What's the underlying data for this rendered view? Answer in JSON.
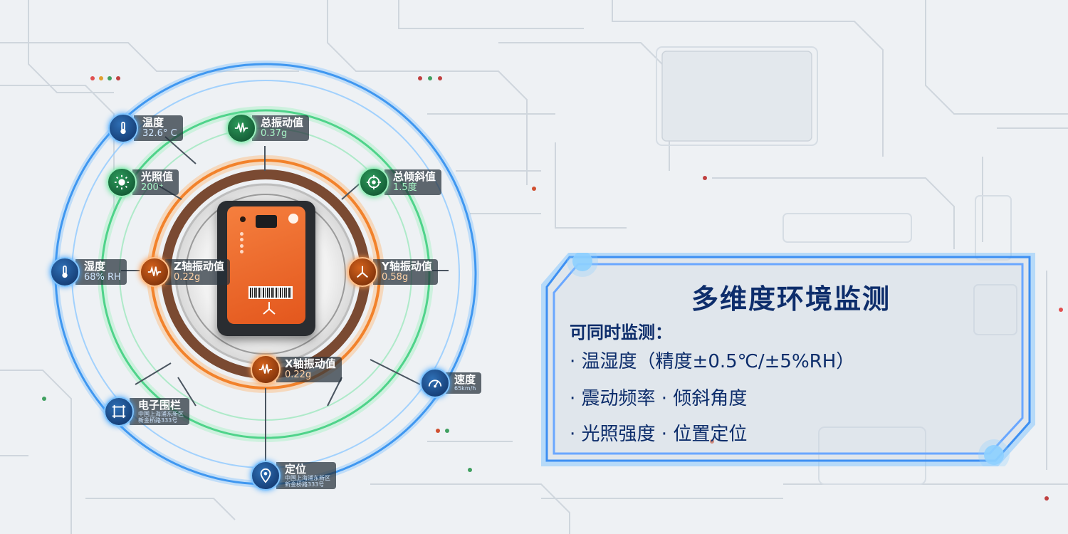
{
  "panel": {
    "title": "多维度环境监测",
    "subtitle": "可同时监测：",
    "lines": [
      "·  温湿度（精度±0.5℃/±5%RH）",
      " · 震动频率  · 倾斜角度",
      "·  光照强度  · 位置定位"
    ]
  },
  "sensors": {
    "temperature": {
      "label": "温度",
      "value": "32.6° C",
      "icon": "thermometer-icon"
    },
    "total_vibration": {
      "label": "总振动值",
      "value": "0.37g",
      "icon": "waveform-icon"
    },
    "light": {
      "label": "光照值",
      "value": "200⁺",
      "icon": "sun-icon"
    },
    "total_tilt": {
      "label": "总倾斜值",
      "value": "1.5度",
      "icon": "target-icon"
    },
    "humidity": {
      "label": "湿度",
      "value": "68% RH",
      "icon": "thermometer-icon"
    },
    "z_vibration": {
      "label": "Z轴振动值",
      "value": "0.22g",
      "icon": "waveform-icon"
    },
    "y_vibration": {
      "label": "Y轴振动值",
      "value": "0.58g",
      "icon": "axis-icon"
    },
    "x_vibration": {
      "label": "X轴振动值",
      "value": "0.22g",
      "icon": "waveform-icon"
    },
    "speed": {
      "label": "速度",
      "value": "65km/h",
      "icon": "speedometer-icon"
    },
    "geofence": {
      "label": "电子围栏",
      "value_line1": "中国上海浦东新区",
      "value_line2": "新金桥路333号",
      "icon": "frame-icon"
    },
    "location": {
      "label": "定位",
      "value_line1": "中国上海浦东新区",
      "value_line2": "新金桥路333号",
      "icon": "location-pin-icon"
    }
  },
  "colors": {
    "blue_ring": "#4aa8ff",
    "green_ring": "#6fe3a0",
    "orange_ring": "#ff9a3c",
    "device": "#f06a2c",
    "panel_text": "#0d2d6b"
  }
}
